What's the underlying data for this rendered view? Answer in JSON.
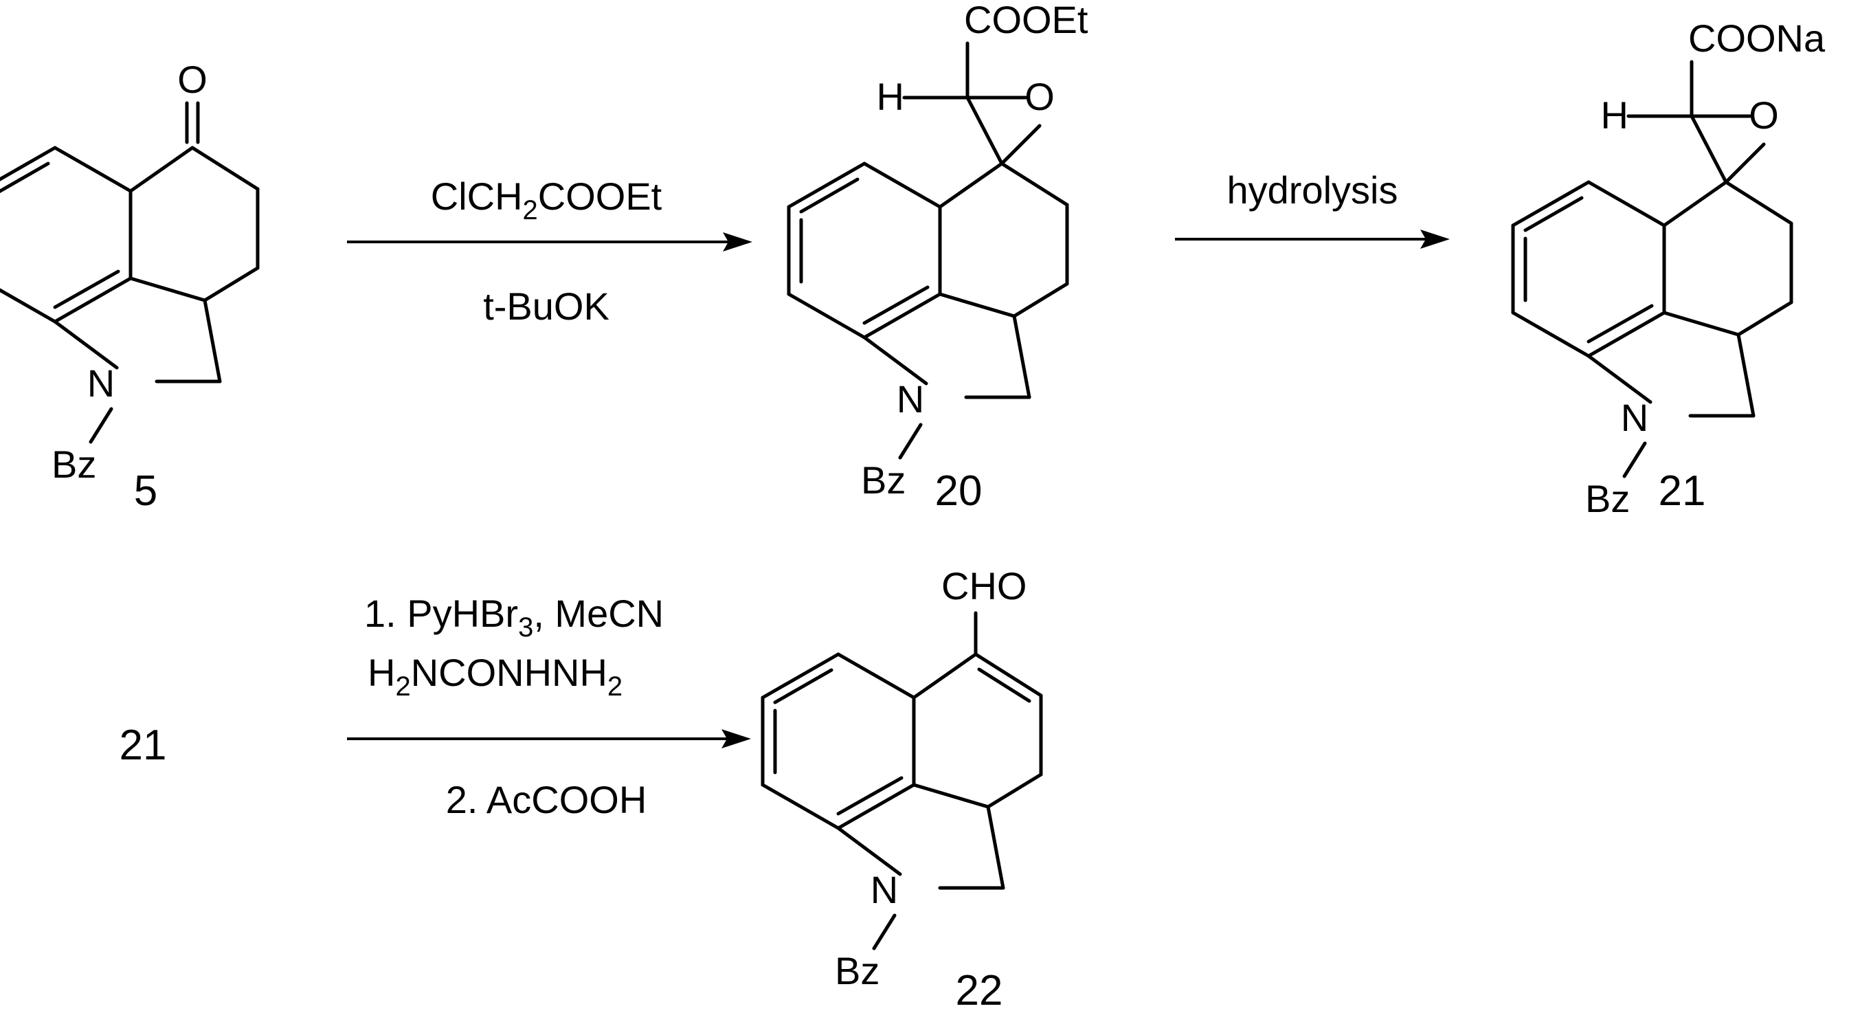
{
  "colors": {
    "ink": "#000000",
    "background": "#ffffff"
  },
  "compounds": [
    {
      "id": "5",
      "label": "5",
      "atoms": {
        "carbonyl_O": "O",
        "N": "N",
        "Bz": "Bz"
      }
    },
    {
      "id": "20",
      "label": "20",
      "atoms": {
        "ester": "COOEt",
        "H": "H",
        "epoxide_O": "O",
        "N": "N",
        "Bz": "Bz"
      }
    },
    {
      "id": "21",
      "label": "21",
      "atoms": {
        "salt": "COONa",
        "H": "H",
        "epoxide_O": "O",
        "N": "N",
        "Bz": "Bz"
      }
    },
    {
      "id": "21-start",
      "label": "21"
    },
    {
      "id": "22",
      "label": "22",
      "atoms": {
        "aldehyde": "CHO",
        "N": "N",
        "Bz": "Bz"
      }
    }
  ],
  "reactions": [
    {
      "id": "step-1",
      "above": {
        "part1": "ClCH",
        "sub1": "2",
        "part2": "COOEt"
      },
      "below": "t-BuOK"
    },
    {
      "id": "step-2",
      "above": "hydrolysis"
    },
    {
      "id": "step-3",
      "above_line1": {
        "text": "1. PyHBr",
        "sub": "3",
        "tail": ", MeCN"
      },
      "above_line2": {
        "p1": "H",
        "s1": "2",
        "p2": "NCONHNH",
        "s2": "2"
      },
      "below": "2. AcCOOH"
    }
  ]
}
